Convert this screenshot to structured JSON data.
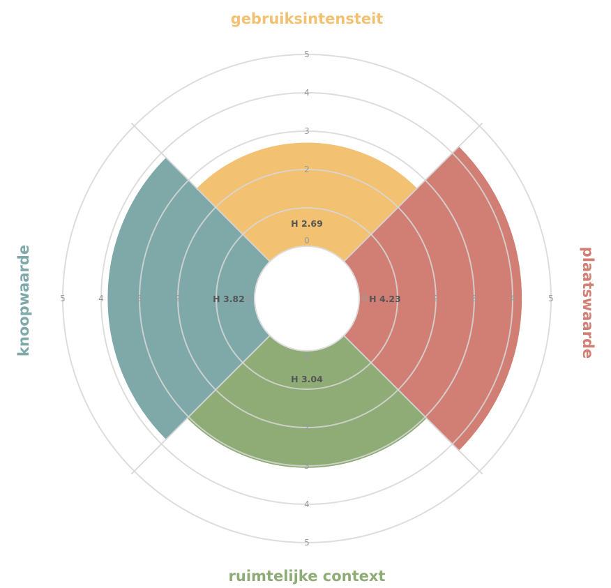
{
  "chart_data": {
    "type": "polar-area",
    "rlim": [
      0,
      5
    ],
    "grid": true,
    "tick_values": [
      "0",
      "2",
      "3",
      "4",
      "5"
    ],
    "sectors": [
      {
        "name": "gebruiksintensteit",
        "direction": "top",
        "value": 2.69,
        "label": "H 2.69",
        "color": "#f2c172"
      },
      {
        "name": "plaatswaarde",
        "direction": "right",
        "value": 4.23,
        "label": "H 4.23",
        "color": "#d17f74"
      },
      {
        "name": "ruimtelijke context",
        "direction": "bottom",
        "value": 3.04,
        "label": "H 3.04",
        "color": "#8fac76"
      },
      {
        "name": "knoopwaarde",
        "direction": "left",
        "value": 3.82,
        "label": "H 3.82",
        "color": "#7fa9a9"
      }
    ]
  }
}
